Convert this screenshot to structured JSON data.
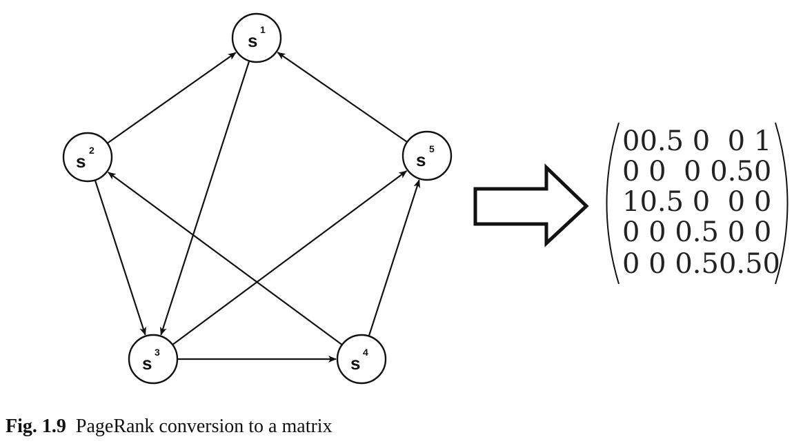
{
  "graph": {
    "nodes": [
      {
        "id": "s1",
        "base": "s",
        "sup": "1"
      },
      {
        "id": "s2",
        "base": "s",
        "sup": "2"
      },
      {
        "id": "s3",
        "base": "s",
        "sup": "3"
      },
      {
        "id": "s4",
        "base": "s",
        "sup": "4"
      },
      {
        "id": "s5",
        "base": "s",
        "sup": "5"
      }
    ],
    "edges": [
      {
        "from": "s2",
        "to": "s1"
      },
      {
        "from": "s1",
        "to": "s3"
      },
      {
        "from": "s5",
        "to": "s1"
      },
      {
        "from": "s2",
        "to": "s3"
      },
      {
        "from": "s4",
        "to": "s2"
      },
      {
        "from": "s3",
        "to": "s5"
      },
      {
        "from": "s3",
        "to": "s4"
      },
      {
        "from": "s4",
        "to": "s5"
      }
    ]
  },
  "arrow": {
    "icon": "right-arrow-icon"
  },
  "matrix": {
    "rows": [
      "00.5 0  0 1",
      "0 0  0 0.50",
      "10.5 0  0 0",
      "0 0 0.5 0 0",
      "0 0 0.50.50"
    ]
  },
  "caption": {
    "label": "Fig. 1.9",
    "text": "PageRank conversion to a matrix"
  }
}
